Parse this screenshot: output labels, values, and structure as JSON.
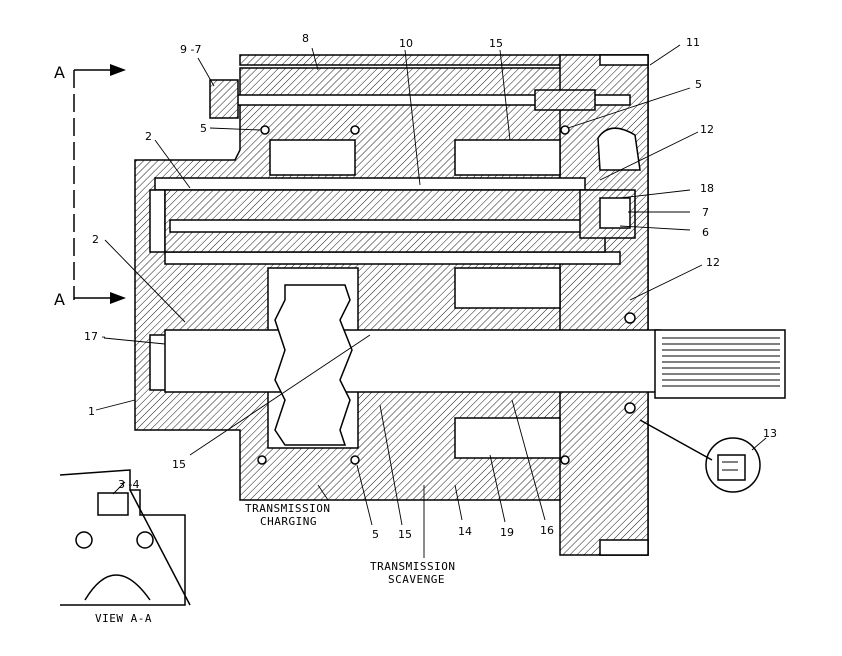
{
  "section": {
    "marker_top": "A",
    "marker_bottom": "A"
  },
  "callouts": {
    "c1": "1",
    "c2a": "2",
    "c2b": "2",
    "c3_4": "3 -4",
    "c5a": "5",
    "c5b": "5",
    "c5c": "5",
    "c6": "6",
    "c7": "7",
    "c8": "8",
    "c9_7": "9 -7",
    "c10": "10",
    "c11": "11",
    "c12a": "12",
    "c12b": "12",
    "c13": "13",
    "c14": "14",
    "c15a": "15",
    "c15b": "15",
    "c15c": "15",
    "c16": "16",
    "c17": "17 -",
    "c18": "18",
    "c19": "19"
  },
  "captions": {
    "charging_l1": "TRANSMISSION",
    "charging_l2": "CHARGING",
    "scavenge_l1": "TRANSMISSION",
    "scavenge_l2": "SCAVENGE",
    "view": "VIEW A-A"
  },
  "icons": [
    "arrow-right-icon",
    "seal-detail-icon",
    "bolt-icon"
  ]
}
